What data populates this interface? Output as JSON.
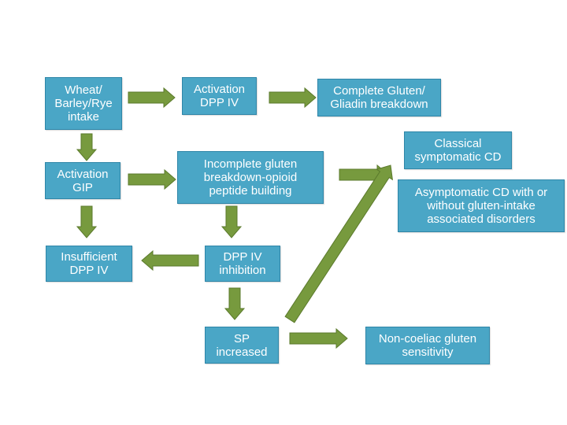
{
  "nodes": [
    {
      "id": "intake",
      "label": "Wheat/\nBarley/Rye\nintake"
    },
    {
      "id": "dpp-activation",
      "label": "Activation\nDPP IV"
    },
    {
      "id": "complete-breakdown",
      "label": "Complete Gluten/\nGliadin breakdown"
    },
    {
      "id": "gip-activation",
      "label": "Activation\nGIP"
    },
    {
      "id": "incomplete-breakdown",
      "label": "Incomplete gluten\nbreakdown-opioid\npeptide building"
    },
    {
      "id": "classical-cd",
      "label": "Classical\nsymptomatic CD"
    },
    {
      "id": "asymptomatic-cd",
      "label": "Asymptomatic CD with or\nwithout gluten-intake\nassociated disorders"
    },
    {
      "id": "insufficient-dpp",
      "label": "Insufficient\nDPP IV"
    },
    {
      "id": "dpp-inhibition",
      "label": "DPP IV\ninhibition"
    },
    {
      "id": "sp-increased",
      "label": "SP\nincreased"
    },
    {
      "id": "ncgs",
      "label": "Non-coeliac gluten\nsensitivity"
    }
  ],
  "edges": [
    {
      "from": "intake",
      "to": "dpp-activation"
    },
    {
      "from": "dpp-activation",
      "to": "complete-breakdown"
    },
    {
      "from": "intake",
      "to": "gip-activation"
    },
    {
      "from": "gip-activation",
      "to": "incomplete-breakdown"
    },
    {
      "from": "incomplete-breakdown",
      "to": "classical-cd"
    },
    {
      "from": "gip-activation",
      "to": "insufficient-dpp"
    },
    {
      "from": "incomplete-breakdown",
      "to": "dpp-inhibition"
    },
    {
      "from": "dpp-inhibition",
      "to": "insufficient-dpp"
    },
    {
      "from": "dpp-inhibition",
      "to": "sp-increased"
    },
    {
      "from": "sp-increased",
      "to": "asymptomatic-cd"
    },
    {
      "from": "sp-increased",
      "to": "ncgs"
    }
  ],
  "colors": {
    "box_fill": "#4aa6c6",
    "box_border": "#2f86a8",
    "arrow_fill": "#779a3e",
    "arrow_border": "#5b7a2c",
    "text": "#ffffff"
  }
}
